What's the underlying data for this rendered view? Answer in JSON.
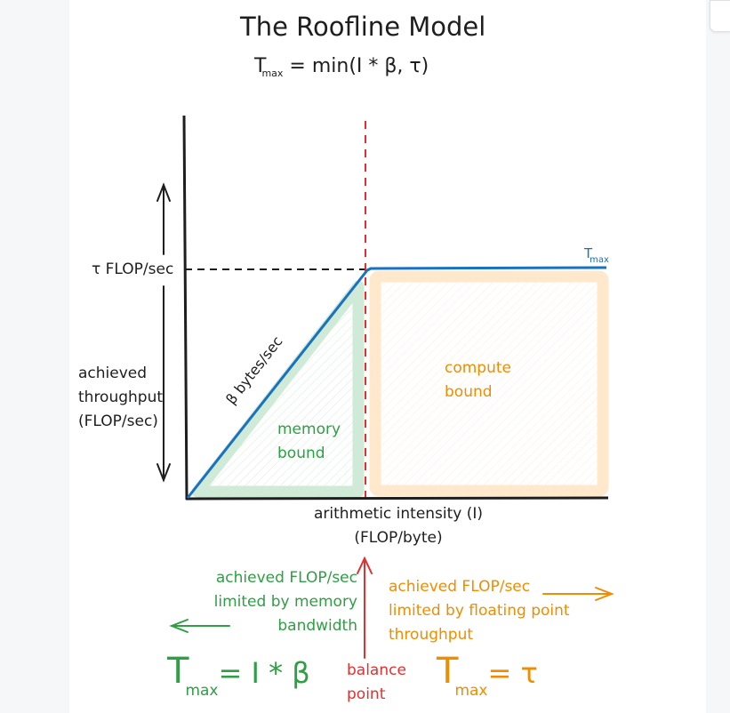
{
  "title": "The Roofline Model",
  "formula": {
    "lhs_main": "T",
    "lhs_sub": "max",
    "rhs": "= min(I * β, τ)"
  },
  "y_axis": {
    "tau_label": "τ FLOP/sec",
    "label_lines": [
      "achieved",
      "throughput",
      "(FLOP/sec)"
    ]
  },
  "x_axis": {
    "label_lines": [
      "arithmetic intensity (I)",
      "(FLOP/byte)"
    ]
  },
  "slope_label": "β bytes/sec",
  "roof_label": {
    "main": "T",
    "sub": "max"
  },
  "regions": {
    "memory": [
      "memory",
      "bound"
    ],
    "compute": [
      "compute",
      "bound"
    ]
  },
  "annotations": {
    "left": [
      "achieved FLOP/sec",
      "limited by memory",
      "bandwidth"
    ],
    "right": [
      "achieved FLOP/sec",
      "limited by floating point",
      "throughput"
    ],
    "balance": [
      "balance",
      "point"
    ]
  },
  "equations": {
    "memory": {
      "main": "T",
      "sub": "max",
      "rhs": "= I * β"
    },
    "compute": {
      "main": "T",
      "sub": "max",
      "rhs": "= τ"
    }
  },
  "colors": {
    "axis": "#1e1e1e",
    "roof": "#1971c2",
    "balance": "#e03131",
    "memory": "#2f9e44",
    "memory_fill": "#cfead6",
    "compute": "#f08c00",
    "compute_fill": "#ffe8cc"
  }
}
